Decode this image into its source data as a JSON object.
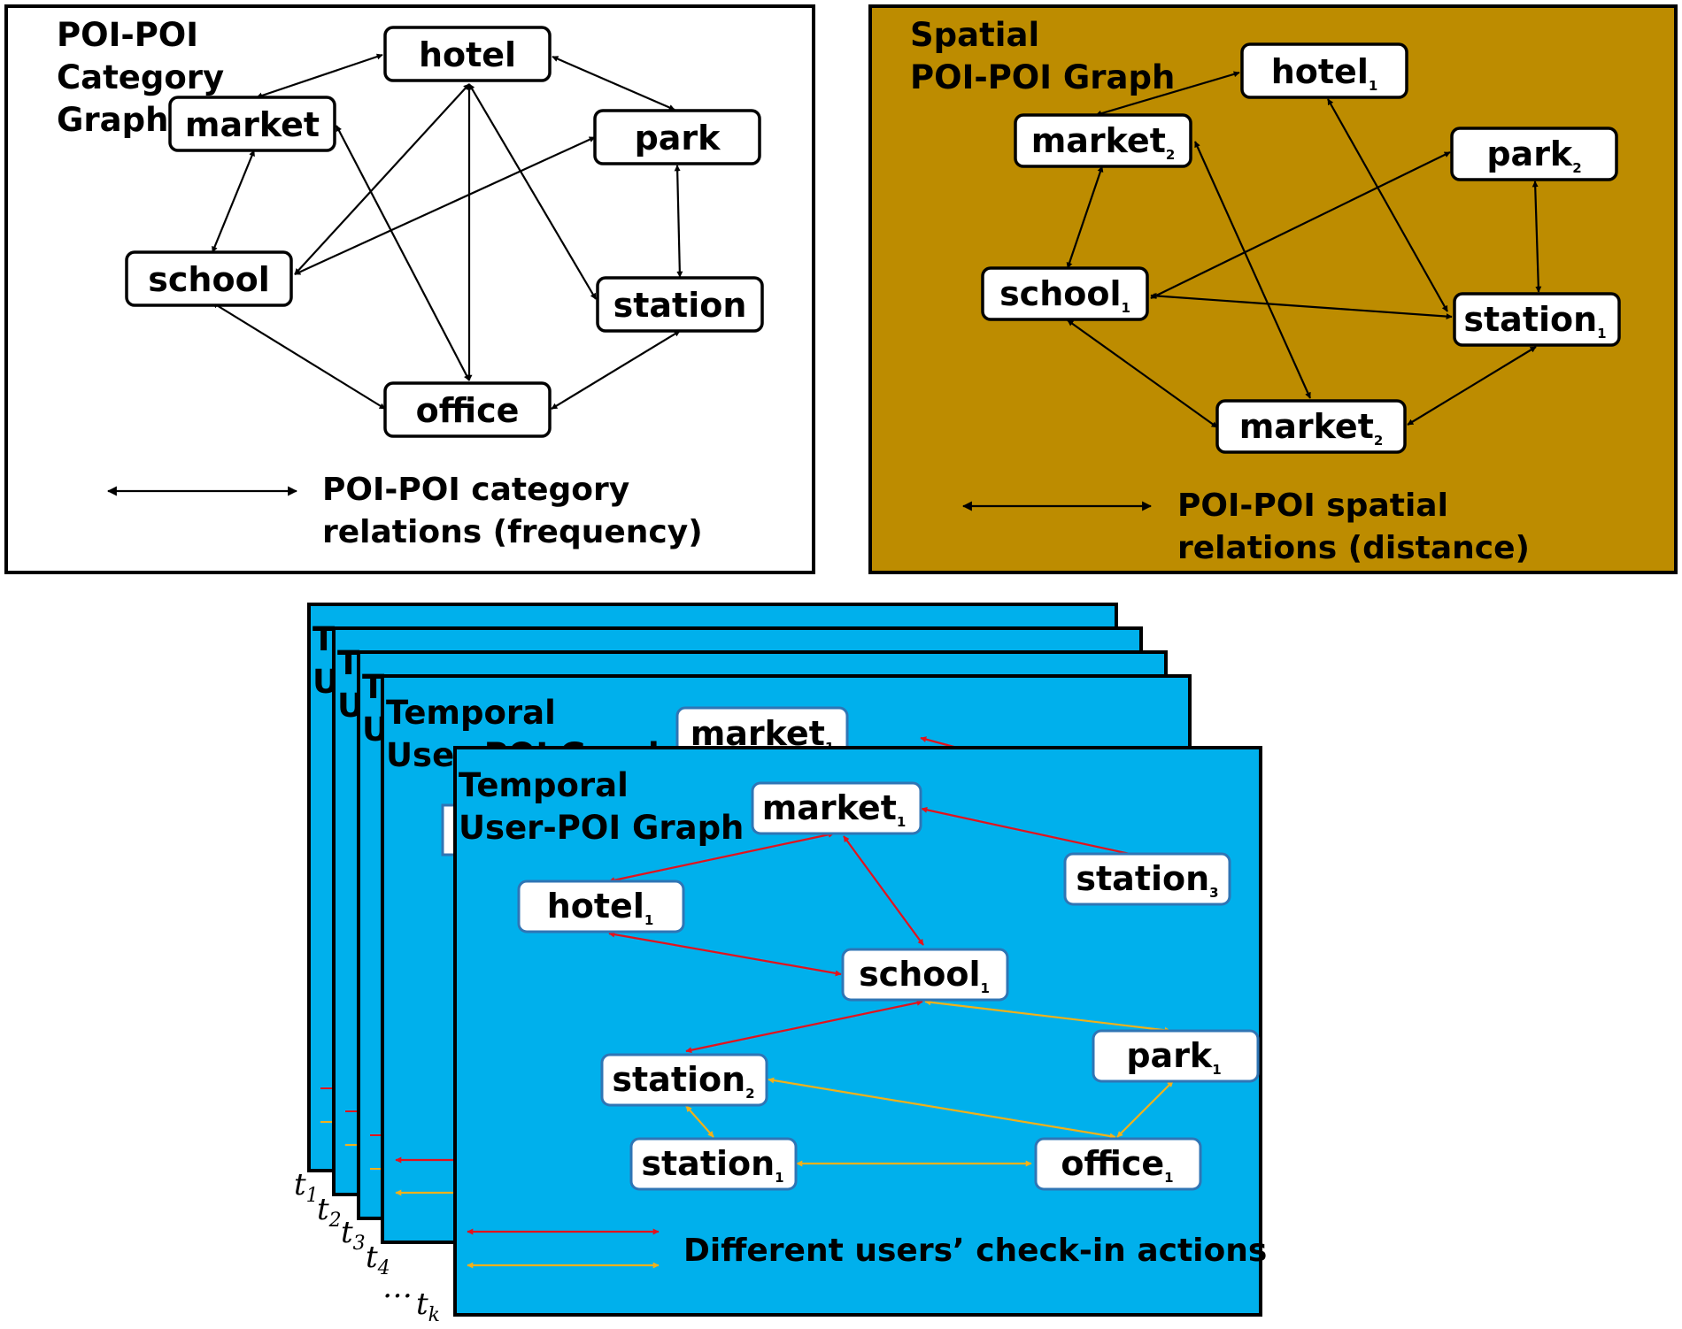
{
  "colors": {
    "black_edge": "#000000",
    "red_edge": "#e3121c",
    "orange_edge": "#f1b11a",
    "spatial_background": "#bd8c00",
    "temporal_background": "#00b0ec",
    "node_border_blue": "#2f75b5"
  },
  "category_graph": {
    "title_lines": [
      "POI-POI",
      "Category",
      "Graph"
    ],
    "nodes": {
      "hotel": "hotel",
      "market": "market",
      "park": "park",
      "school": "school",
      "station": "station",
      "office": "office"
    },
    "legend_lines": [
      "POI-POI category",
      "relations (frequency)"
    ]
  },
  "spatial_graph": {
    "title_lines": [
      "Spatial",
      "POI-POI Graph"
    ],
    "nodes": {
      "hotel": {
        "name": "hotel",
        "sub": "1"
      },
      "market_top": {
        "name": "market",
        "sub": "2"
      },
      "park": {
        "name": "park",
        "sub": "2"
      },
      "school": {
        "name": "school",
        "sub": "1"
      },
      "station": {
        "name": "station",
        "sub": "1"
      },
      "market_bottom": {
        "name": "market",
        "sub": "2"
      }
    },
    "legend_lines": [
      "POI-POI spatial",
      "relations (distance)"
    ]
  },
  "temporal_graph": {
    "title_lines": [
      "Temporal",
      "User-POI Graph"
    ],
    "back_card": {
      "title_lines": [
        "Temporal",
        "User-POI Graph"
      ],
      "peek_initials": [
        "T",
        "U"
      ],
      "market": {
        "name": "market",
        "sub": "1"
      }
    },
    "nodes": {
      "market": {
        "name": "market",
        "sub": "1"
      },
      "station3": {
        "name": "station",
        "sub": "3"
      },
      "hotel": {
        "name": "hotel",
        "sub": "1"
      },
      "school": {
        "name": "school",
        "sub": "1"
      },
      "park": {
        "name": "park",
        "sub": "1"
      },
      "station2": {
        "name": "station",
        "sub": "2"
      },
      "station1": {
        "name": "station",
        "sub": "1"
      },
      "office": {
        "name": "office",
        "sub": "1"
      }
    },
    "legend_text": "Different users’ check-in actions",
    "time_labels": [
      {
        "base": "t",
        "sub": "1"
      },
      {
        "base": "t",
        "sub": "2"
      },
      {
        "base": "t",
        "sub": "3"
      },
      {
        "base": "t",
        "sub": "4"
      },
      {
        "base": "t",
        "sub": "k"
      }
    ],
    "ellipsis": "…"
  }
}
